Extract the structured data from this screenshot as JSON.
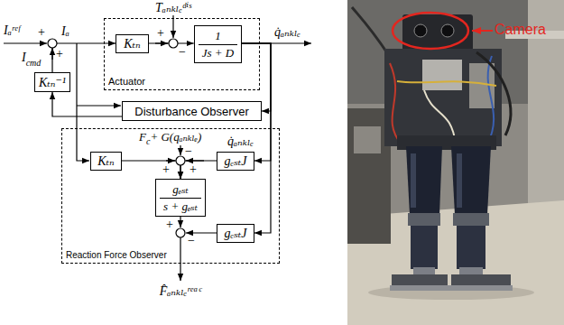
{
  "diagram": {
    "nodes": [
      {
        "text": [
          "Actuator"
        ]
      },
      {
        "text": [
          "Kₜₙ"
        ],
        "in": 0
      },
      {
        "text": [
          "1",
          "Js + D"
        ],
        "in": 0
      },
      {
        "text": [
          "Kₜₙ⁻¹"
        ]
      },
      {
        "text": [
          "Disturbance Observer"
        ]
      },
      {
        "text": [
          "Reaction Force Observer"
        ]
      },
      {
        "text": [
          "Kₜₙ"
        ],
        "in": 5
      },
      {
        "text": [
          "gₑₛₜJ"
        ],
        "in": 5
      },
      {
        "text": [
          "gₑₛₜ",
          "s + gₑₛₜ"
        ],
        "in": 5
      },
      {
        "text": [
          "gₑₛₜJ"
        ],
        "in": 5
      }
    ],
    "edges": [
      {
        "from": 1,
        "to": 2,
        "arrow": "to"
      },
      {
        "from": 2,
        "to": 4,
        "arrow": "to"
      },
      {
        "from": 4,
        "to": 3,
        "arrow": "to"
      },
      {
        "from": 3,
        "to": 1,
        "arrow": "to"
      },
      {
        "from": 2,
        "to": 7,
        "arrow": "to"
      },
      {
        "from": 2,
        "to": 9,
        "arrow": "to"
      },
      {
        "from": 6,
        "to": 8,
        "arrow": "to"
      },
      {
        "from": 7,
        "to": 8,
        "arrow": "to"
      }
    ],
    "labels": [
      "Iₐʳᵉᶠ",
      "+",
      "+",
      "I",
      "cmd",
      "Iₐ",
      "Tₐₙₖₗₑᵈⁱˢ",
      "+",
      "−",
      "q̇ₐₙₖₗₑ",
      "F",
      "c",
      "+ G(qₐₙₖₗₑ)",
      "q̇ₐₙₖₗₑ",
      "+",
      "−",
      "+",
      "+",
      "−",
      "F̂ₐₙₖₗₑʳᵉᵃᶜ",
      "Camera"
    ]
  }
}
